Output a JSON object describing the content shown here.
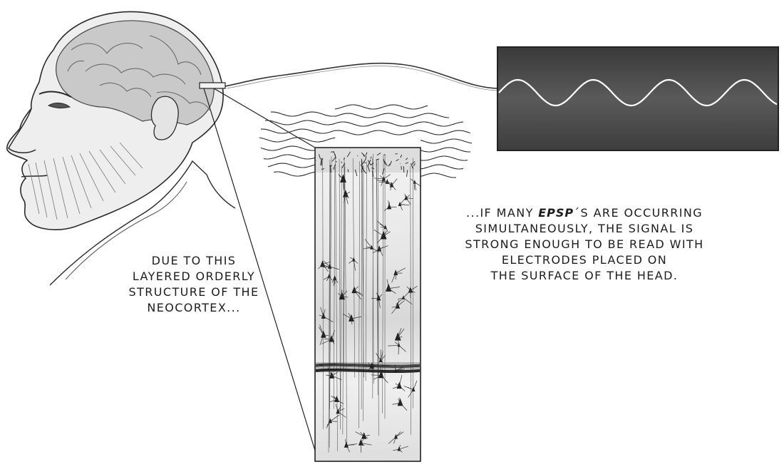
{
  "colors": {
    "ink": "#1f1f1f",
    "monitor_bg": "#4a4a4a",
    "monitor_wave": "#ffffff",
    "skin": "#d8d8d8",
    "brain": "#c9c9c9"
  },
  "icons": {
    "head": "profile-head-drawing",
    "electrode": "electrode",
    "monitor": "eeg-monitor",
    "waves": "brain-waves",
    "cortex": "cortex-section"
  },
  "caption_left": {
    "lines": [
      "DUE TO THIS",
      "LAYERED ORDERLY",
      "STRUCTURE OF THE",
      "NEOCORTEX..."
    ]
  },
  "caption_right": {
    "line1_prefix": "...IF MANY ",
    "line1_emph": "EPSP",
    "line1_suffix": "´S ARE OCCURRING",
    "line2": "SIMULTANEOUSLY, THE SIGNAL IS",
    "line3": "STRONG ENOUGH TO BE READ WITH",
    "line4": "ELECTRODES PLACED ON",
    "line5": "THE SURFACE OF THE HEAD."
  }
}
